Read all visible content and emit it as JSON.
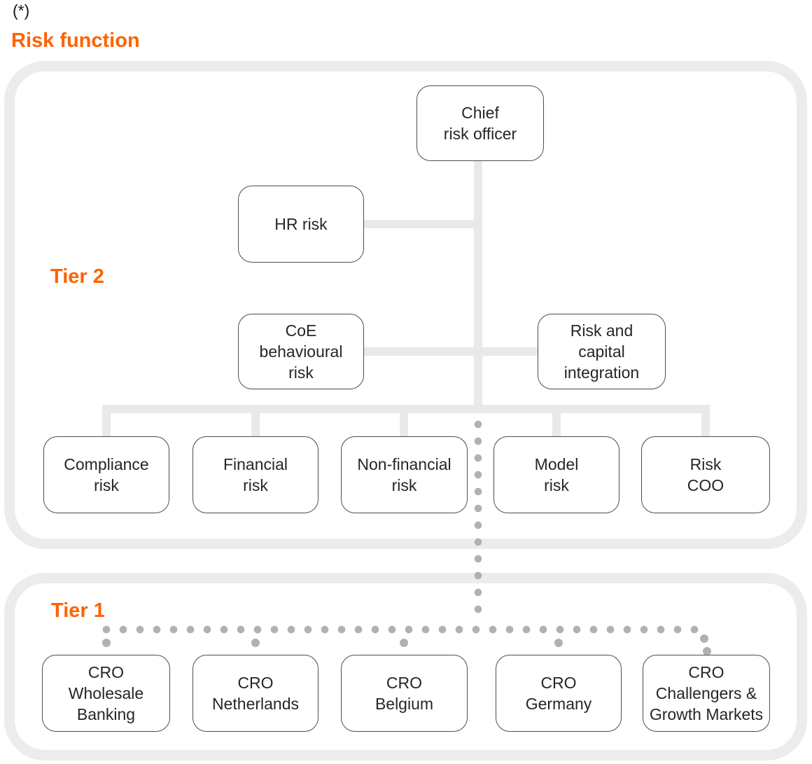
{
  "header": {
    "footnote": "(*)",
    "title": "Risk function"
  },
  "colors": {
    "accent": "#ff6200",
    "container-border": "#ececec",
    "connector": "#e9e9e9",
    "dot": "#b1b1b1",
    "node-border": "#4d4d4d",
    "node-text": "#262626"
  },
  "tier2": {
    "label": "Tier 2",
    "nodes": [
      {
        "id": "chief-risk-officer",
        "label": "Chief\nrisk officer"
      },
      {
        "id": "hr-risk",
        "label": "HR risk"
      },
      {
        "id": "coe-behavioural-risk",
        "label": "CoE\nbehavioural\nrisk"
      },
      {
        "id": "risk-and-capital-integration",
        "label": "Risk and\ncapital\nintegration"
      },
      {
        "id": "compliance-risk",
        "label": "Compliance\nrisk"
      },
      {
        "id": "financial-risk",
        "label": "Financial\nrisk"
      },
      {
        "id": "non-financial-risk",
        "label": "Non-financial\nrisk"
      },
      {
        "id": "model-risk",
        "label": "Model\nrisk"
      },
      {
        "id": "risk-coo",
        "label": "Risk\nCOO"
      }
    ]
  },
  "tier1": {
    "label": "Tier 1",
    "nodes": [
      {
        "id": "cro-wholesale-banking",
        "label": "CRO\nWholesale\nBanking"
      },
      {
        "id": "cro-netherlands",
        "label": "CRO\nNetherlands"
      },
      {
        "id": "cro-belgium",
        "label": "CRO\nBelgium"
      },
      {
        "id": "cro-germany",
        "label": "CRO\nGermany"
      },
      {
        "id": "cro-challengers-growth-markets",
        "label": "CRO\nChallengers &\nGrowth Markets"
      }
    ]
  }
}
